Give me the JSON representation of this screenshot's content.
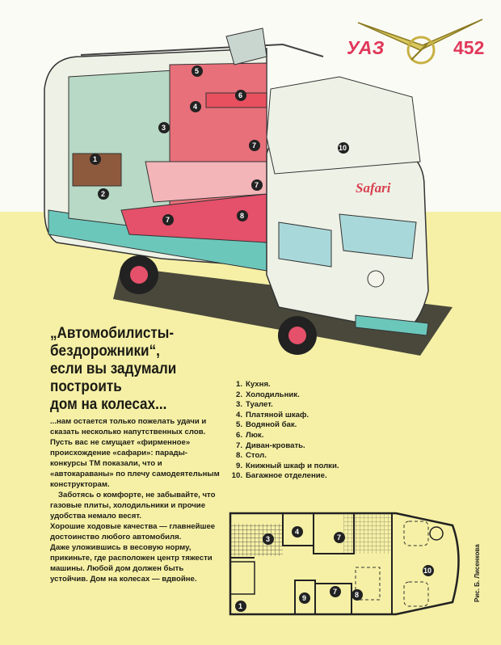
{
  "logo": {
    "left_text": "УАЗ",
    "right_text": "452",
    "color": "#e0385a"
  },
  "illustration": {
    "van_label": "Safari",
    "markers": [
      "1",
      "2",
      "3",
      "4",
      "5",
      "6",
      "7",
      "7",
      "7",
      "8",
      "10"
    ]
  },
  "headline": [
    "„Автомобилисты-",
    "бездорожники“,",
    "если вы задумали",
    "построить",
    "дом на колесах..."
  ],
  "body": [
    {
      "text": "...нам остается только пожелать удачи и сказать несколько напутственных слов.",
      "indent": false
    },
    {
      "text": "Пусть вас не смущает «фирменное» происхождение «сафари»: парады-конкурсы ТМ показали, что и «автокараваны» по плечу самодеятельным конструкторам.",
      "indent": false
    },
    {
      "text": "Заботясь о комфорте, не забывайте, что газовые плиты, холодильники и прочие удобства немало весят.",
      "indent": true
    },
    {
      "text": "Хорошие ходовые качества — главнейшее достоинство любого автомобиля.",
      "indent": false
    },
    {
      "text": "Даже уложившись в весовую норму, прикиньте, где расположен центр тяжести машины. Любой дом должен быть устойчив. Дом на колесах — вдвойне.",
      "indent": false
    }
  ],
  "legend": [
    {
      "n": "1.",
      "label": "Кухня."
    },
    {
      "n": "2.",
      "label": "Холодильник."
    },
    {
      "n": "3.",
      "label": "Туалет."
    },
    {
      "n": "4.",
      "label": "Платяной шкаф."
    },
    {
      "n": "5.",
      "label": "Водяной бак."
    },
    {
      "n": "6.",
      "label": "Люк."
    },
    {
      "n": "7.",
      "label": "Диван-кровать."
    },
    {
      "n": "8.",
      "label": "Стол."
    },
    {
      "n": "9.",
      "label": "Книжный шкаф и полки."
    },
    {
      "n": "10.",
      "label": "Багажное отделение."
    }
  ],
  "floorplan": {
    "markers": [
      "1",
      "3",
      "4",
      "7",
      "7",
      "8",
      "9",
      "10"
    ]
  },
  "credit": "Рис. Б. Лисенкова"
}
